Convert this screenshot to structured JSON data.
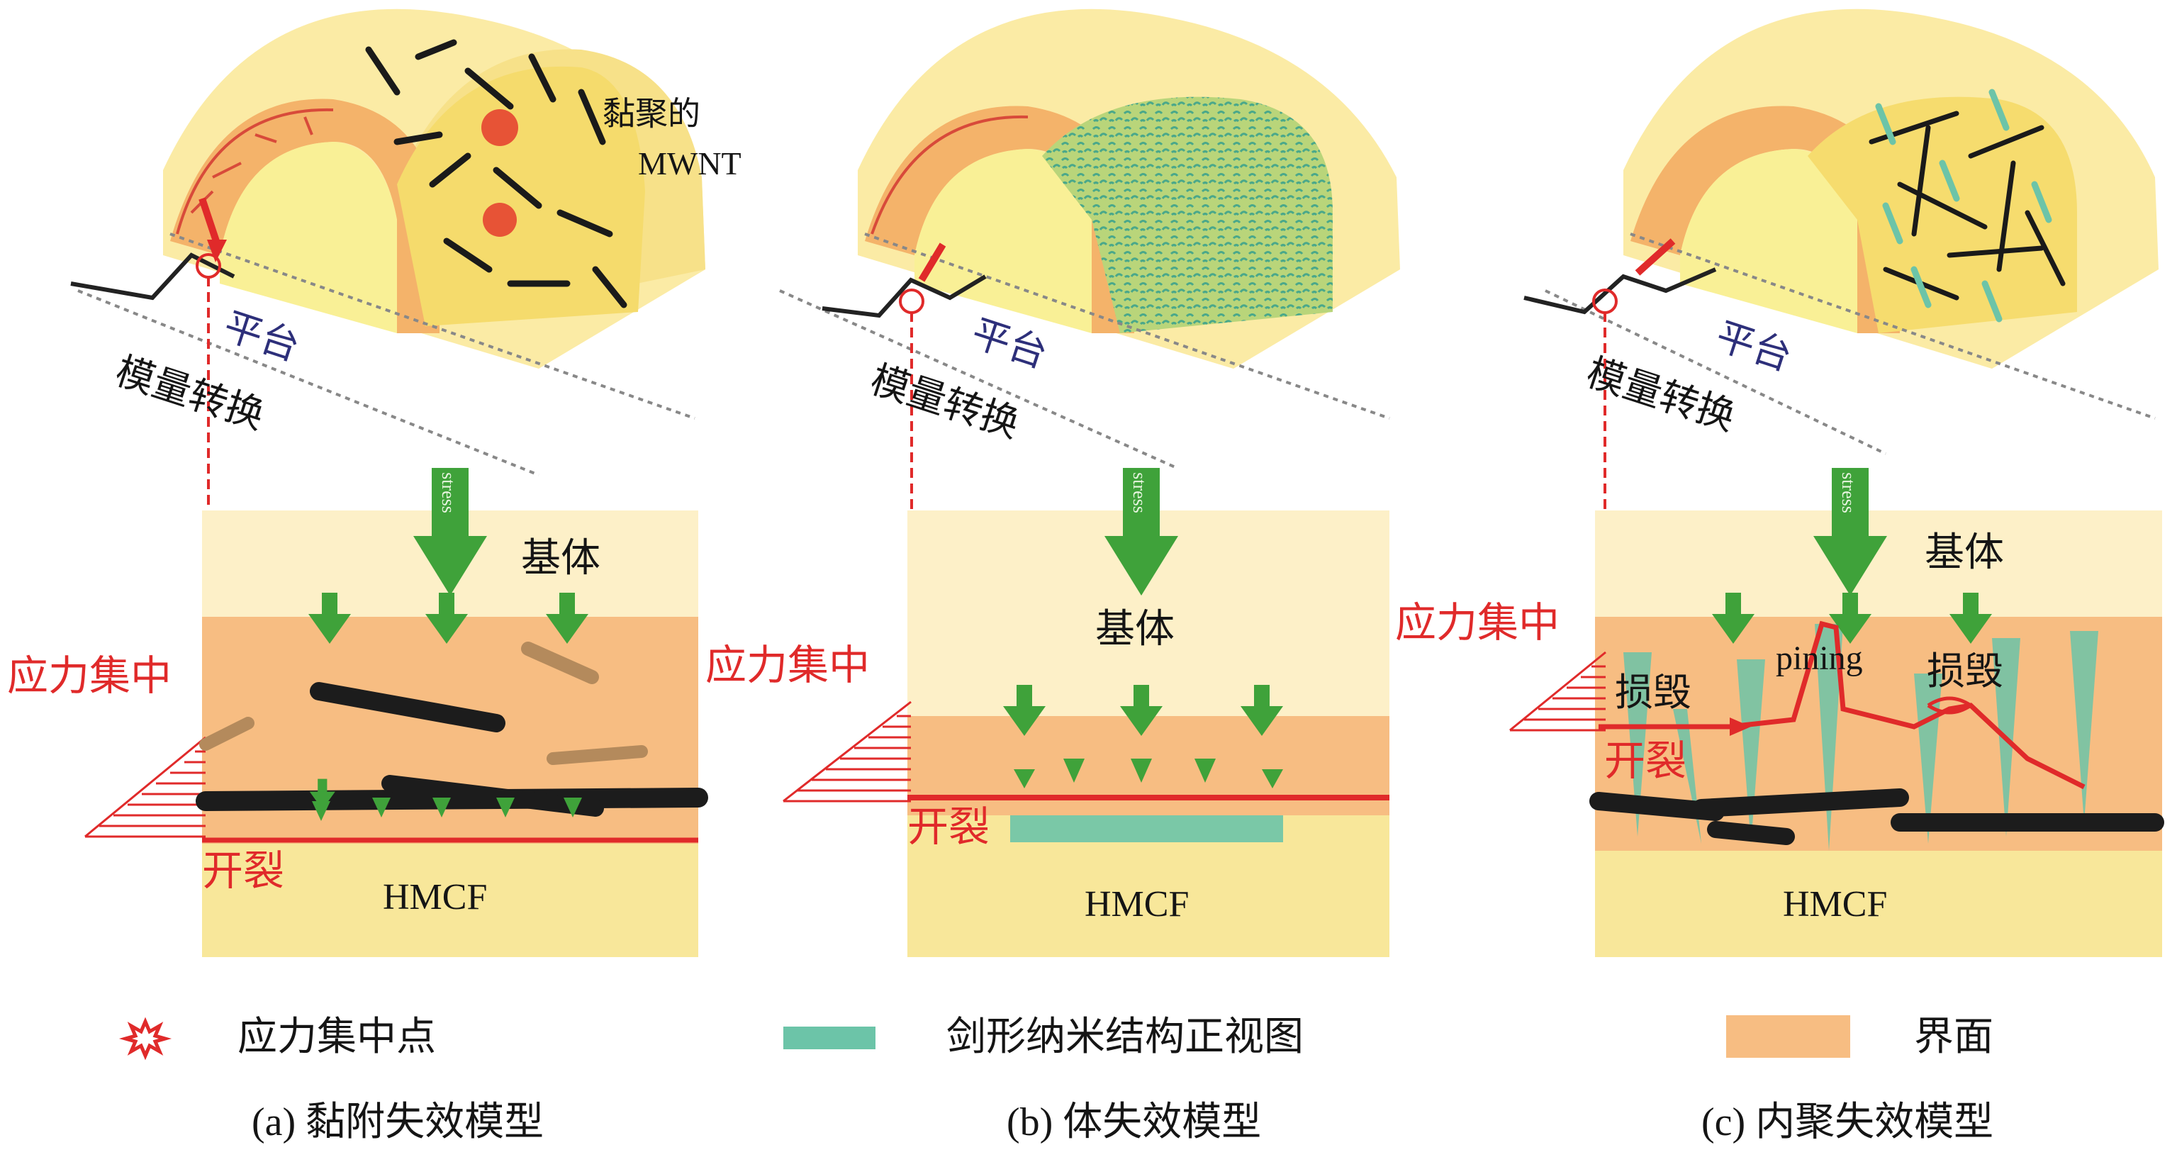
{
  "panels": [
    {
      "id": "a",
      "top_label_1": "黏聚的",
      "top_label_2": "MWNT",
      "platform": "平台",
      "modulus": "模量转换",
      "stress_arrow": "stress",
      "matrix": "基体",
      "stress_conc": "应力集中",
      "crack": "开裂",
      "fiber": "HMCF",
      "caption": "(a) 黏附失效模型"
    },
    {
      "id": "b",
      "platform": "平台",
      "modulus": "模量转换",
      "stress_arrow": "stress",
      "matrix": "基体",
      "stress_conc": "应力集中",
      "crack": "开裂",
      "fiber": "HMCF",
      "caption": "(b) 体失效模型"
    },
    {
      "id": "c",
      "platform": "平台",
      "modulus": "模量转换",
      "stress_arrow": "stress",
      "matrix": "基体",
      "stress_conc": "应力集中",
      "damage_1": "损毁",
      "pining": "pining",
      "damage_2": "损毁",
      "crack": "开裂",
      "fiber": "HMCF",
      "caption": "(c) 内聚失效模型"
    }
  ],
  "legend": {
    "stress_point": "应力集中点",
    "sword_nano": "剑形纳米结构正视图",
    "interface": "界面"
  },
  "colors": {
    "fiber_yellow": "#f8e79a",
    "matrix_cream": "#fdf0c8",
    "interface_orange": "#f7bd82",
    "arrow_green": "#3fa23a",
    "crack_red": "#e02a2a",
    "nano_teal": "#6cc4a8",
    "cnt_black": "#1c1c1c"
  }
}
